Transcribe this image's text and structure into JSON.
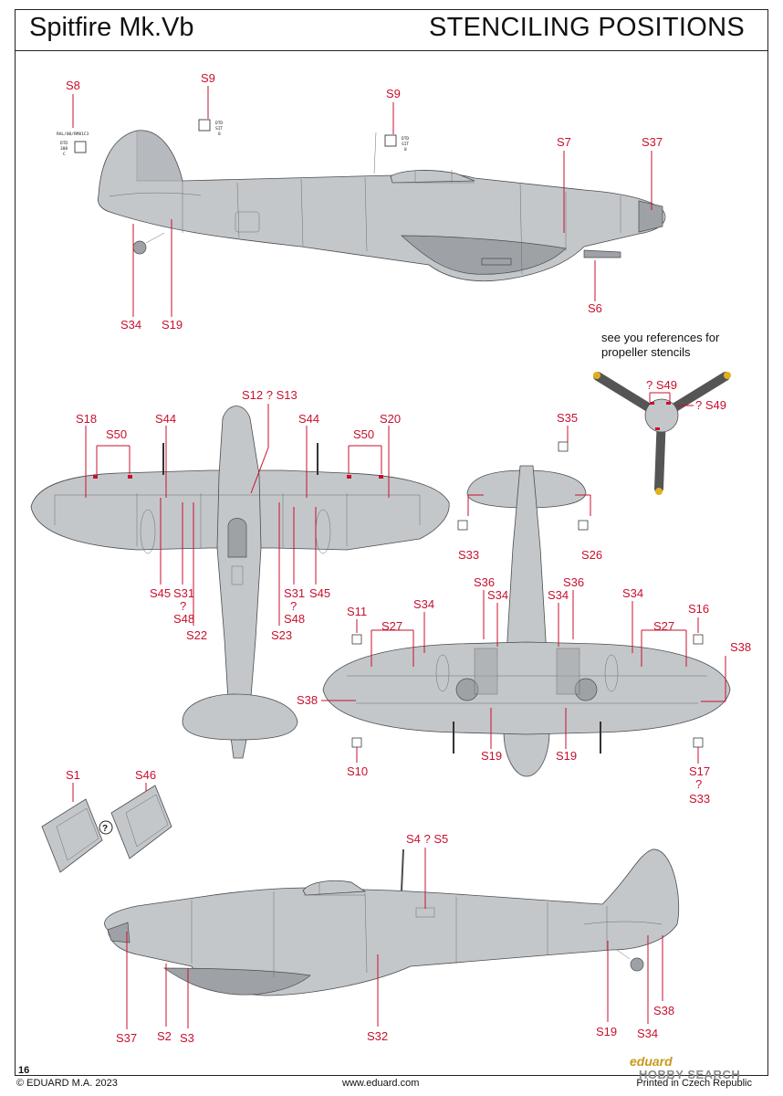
{
  "header": {
    "model": "Spitfire Mk.Vb",
    "section": "STENCILING POSITIONS"
  },
  "propeller_note": {
    "line1": "see you references for",
    "line2": "propeller stencils"
  },
  "stencil_text": {
    "serial_code": "RAL/00/RM81C3",
    "dtd_left": "DTD",
    "dtd_num": "308",
    "dtd_suffix": "C",
    "dtd_sit": "SIT",
    "dtd_digit": "8"
  },
  "labels": {
    "s8": "S8",
    "s9a": "S9",
    "s9b": "S9",
    "s7": "S7",
    "s37a": "S37",
    "s6": "S6",
    "s34a": "S34",
    "s19a": "S19",
    "q_s49_top": "? S49",
    "q_s49_right": "? S49",
    "s12_s13": "S12 ? S13",
    "s18": "S18",
    "s50a": "S50",
    "s44a": "S44",
    "s44b": "S44",
    "s50b": "S50",
    "s20": "S20",
    "s45a": "S45",
    "s31a": "S31",
    "qa": "?",
    "s48a": "S48",
    "s22": "S22",
    "s31b": "S31",
    "qb": "?",
    "s48b": "S48",
    "s23": "S23",
    "s45b": "S45",
    "s35": "S35",
    "s33a": "S33",
    "s26": "S26",
    "s36a": "S36",
    "s34b": "S34",
    "s34c": "S34",
    "s36b": "S36",
    "s34d": "S34",
    "s11": "S11",
    "s27a": "S27",
    "s34e": "S34",
    "s27b": "S27",
    "s16": "S16",
    "s38a": "S38",
    "s38b": "S38",
    "s19b": "S19",
    "s19c": "S19",
    "s10": "S10",
    "s17": "S17",
    "qc": "?",
    "s33b": "S33",
    "s1": "S1",
    "s46": "S46",
    "q_circle": "?",
    "s4_s5": "S4 ? S5",
    "s37b": "S37",
    "s2": "S2",
    "s3": "S3",
    "s32": "S32",
    "s19d": "S19",
    "s34f": "S34",
    "s38c": "S38"
  },
  "footer": {
    "page": "16",
    "copyright": "© EDUARD M.A. 2023",
    "website": "www.eduard.com",
    "printed": "Printed in Czech Republic",
    "brand": "eduard",
    "watermark": "HOBBY SEARCH"
  },
  "colors": {
    "label_red": "#c8102e",
    "airframe_grey": "#c4c7ca",
    "outline": "#4a4d50"
  }
}
